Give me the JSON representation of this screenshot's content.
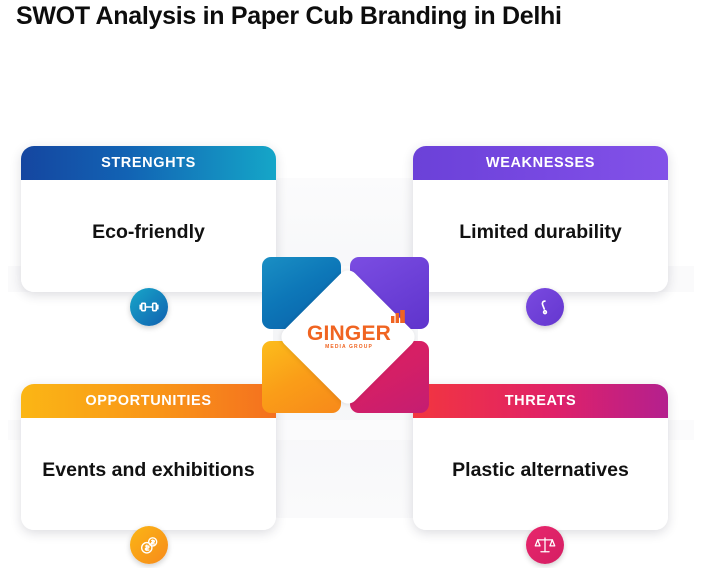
{
  "page": {
    "title": "SWOT Analysis in Paper Cub Branding in Delhi",
    "background": "#ffffff"
  },
  "quadrants": [
    {
      "key": "strengths",
      "header_label": "STRENGHTS",
      "body_text": "Eco-friendly",
      "icon_name": "dumbbell-icon",
      "header_gradient_from": "#1546a0",
      "header_gradient_to": "#15a6c8",
      "icon_gradient_from": "#17a7c9",
      "icon_gradient_to": "#1160b0"
    },
    {
      "key": "weaknesses",
      "header_label": "WEAKNESSES",
      "body_text": "Limited durability",
      "icon_name": "exclamation-mark-icon",
      "header_gradient_from": "#6b41d8",
      "header_gradient_to": "#8352e8",
      "icon_gradient_from": "#7a4ae0",
      "icon_gradient_to": "#6437cf"
    },
    {
      "key": "opportunities",
      "header_label": "OPPORTUNITIES",
      "body_text": "Events and exhibitions",
      "icon_name": "coins-money-icon",
      "header_gradient_from": "#fbb615",
      "header_gradient_to": "#f4701f",
      "icon_gradient_from": "#fbb615",
      "icon_gradient_to": "#f78a1b"
    },
    {
      "key": "threats",
      "header_label": "THREATS",
      "body_text": "Plastic alternatives",
      "icon_name": "balance-scales-icon",
      "header_gradient_from": "#f2363f",
      "header_gradient_to": "#b4208e",
      "icon_gradient_from": "#e8266c",
      "icon_gradient_to": "#d41f63"
    }
  ],
  "center_logo": {
    "brand_name": "GINGER",
    "brand_tagline": "MEDIA GROUP",
    "brand_color": "#f06421",
    "squares": [
      {
        "name": "blue-square",
        "color": "#0d77b8"
      },
      {
        "name": "purple-square",
        "color": "#6b3fd6"
      },
      {
        "name": "orange-square",
        "color": "#fa9d18"
      },
      {
        "name": "pink-square",
        "color": "#d41f66"
      }
    ]
  }
}
